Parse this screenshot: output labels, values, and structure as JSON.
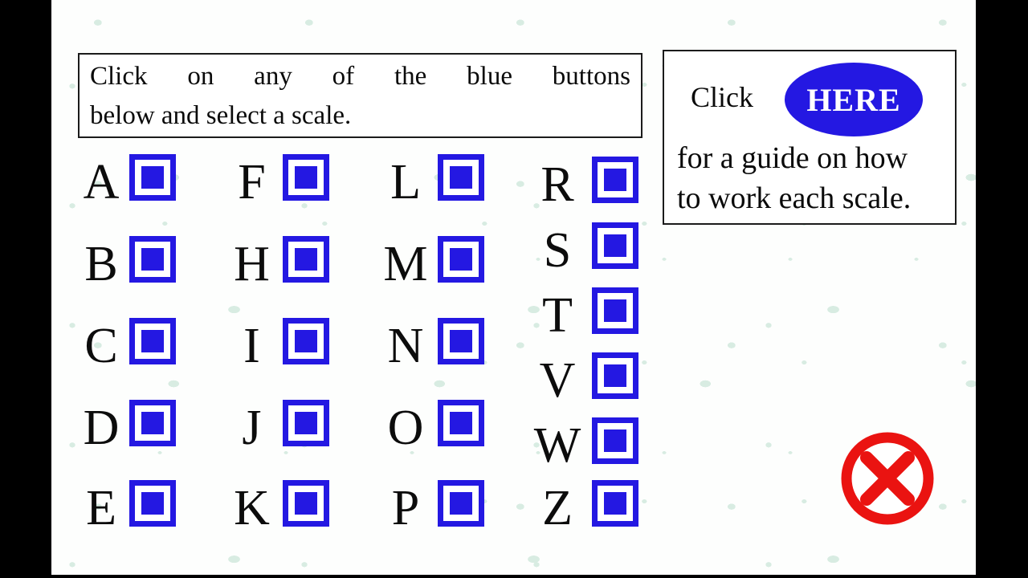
{
  "instruction_box": {
    "line1": "Click on any of the blue buttons",
    "line2": "below and select a scale."
  },
  "guide_box": {
    "click_label": "Click",
    "here_button_label": "HERE",
    "line1": "for a guide on how",
    "line2": "to work each scale."
  },
  "scale_selector": {
    "columns": [
      {
        "letters": [
          "A",
          "B",
          "C",
          "D",
          "E"
        ]
      },
      {
        "letters": [
          "F",
          "H",
          "I",
          "J",
          "K"
        ]
      },
      {
        "letters": [
          "L",
          "M",
          "N",
          "O",
          "P"
        ]
      },
      {
        "letters": [
          "R",
          "S",
          "T",
          "V",
          "W",
          "Z"
        ]
      }
    ]
  },
  "close_button": {
    "icon": "x-circle-icon"
  },
  "colors": {
    "blue": "#2418E2",
    "red": "#EA1311",
    "speckle": "#D8ECE2",
    "border": "#1B1B1B"
  }
}
